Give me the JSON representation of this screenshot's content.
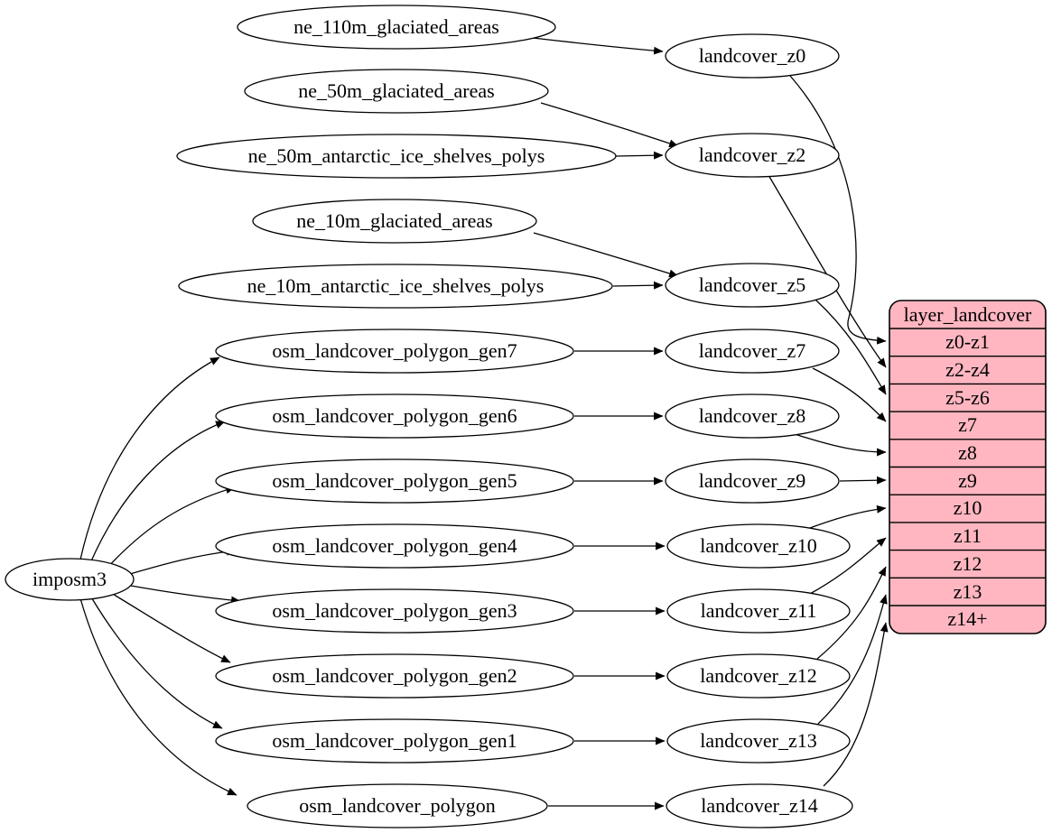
{
  "diagram": {
    "background_color": "#ffffff",
    "edge_color": "#000000",
    "node_fill_color": "#ffffff",
    "importer_node": {
      "label": "imposm3"
    },
    "source_nodes": [
      {
        "label": "ne_110m_glaciated_areas"
      },
      {
        "label": "ne_50m_glaciated_areas"
      },
      {
        "label": "ne_50m_antarctic_ice_shelves_polys"
      },
      {
        "label": "ne_10m_glaciated_areas"
      },
      {
        "label": "ne_10m_antarctic_ice_shelves_polys"
      },
      {
        "label": "osm_landcover_polygon_gen7"
      },
      {
        "label": "osm_landcover_polygon_gen6"
      },
      {
        "label": "osm_landcover_polygon_gen5"
      },
      {
        "label": "osm_landcover_polygon_gen4"
      },
      {
        "label": "osm_landcover_polygon_gen3"
      },
      {
        "label": "osm_landcover_polygon_gen2"
      },
      {
        "label": "osm_landcover_polygon_gen1"
      },
      {
        "label": "osm_landcover_polygon"
      }
    ],
    "zoom_table_nodes": [
      {
        "label": "landcover_z0"
      },
      {
        "label": "landcover_z2"
      },
      {
        "label": "landcover_z5"
      },
      {
        "label": "landcover_z7"
      },
      {
        "label": "landcover_z8"
      },
      {
        "label": "landcover_z9"
      },
      {
        "label": "landcover_z10"
      },
      {
        "label": "landcover_z11"
      },
      {
        "label": "landcover_z12"
      },
      {
        "label": "landcover_z13"
      },
      {
        "label": "landcover_z14"
      }
    ],
    "layer_record": {
      "title": "layer_landcover",
      "rows": [
        "z0-z1",
        "z2-z4",
        "z5-z6",
        "z7",
        "z8",
        "z9",
        "z10",
        "z11",
        "z12",
        "z13",
        "z14+"
      ],
      "fill_color": "#ffb6c1",
      "stroke_color": "#000000"
    },
    "edges": [
      {
        "from": "imposm3",
        "to": "osm_landcover_polygon_gen7"
      },
      {
        "from": "imposm3",
        "to": "osm_landcover_polygon_gen6"
      },
      {
        "from": "imposm3",
        "to": "osm_landcover_polygon_gen5"
      },
      {
        "from": "imposm3",
        "to": "osm_landcover_polygon_gen4"
      },
      {
        "from": "imposm3",
        "to": "osm_landcover_polygon_gen3"
      },
      {
        "from": "imposm3",
        "to": "osm_landcover_polygon_gen2"
      },
      {
        "from": "imposm3",
        "to": "osm_landcover_polygon_gen1"
      },
      {
        "from": "imposm3",
        "to": "osm_landcover_polygon"
      },
      {
        "from": "ne_110m_glaciated_areas",
        "to": "landcover_z0"
      },
      {
        "from": "ne_50m_glaciated_areas",
        "to": "landcover_z2"
      },
      {
        "from": "ne_50m_antarctic_ice_shelves_polys",
        "to": "landcover_z2"
      },
      {
        "from": "ne_10m_glaciated_areas",
        "to": "landcover_z5"
      },
      {
        "from": "ne_10m_antarctic_ice_shelves_polys",
        "to": "landcover_z5"
      },
      {
        "from": "osm_landcover_polygon_gen7",
        "to": "landcover_z7"
      },
      {
        "from": "osm_landcover_polygon_gen6",
        "to": "landcover_z8"
      },
      {
        "from": "osm_landcover_polygon_gen5",
        "to": "landcover_z9"
      },
      {
        "from": "osm_landcover_polygon_gen4",
        "to": "landcover_z10"
      },
      {
        "from": "osm_landcover_polygon_gen3",
        "to": "landcover_z11"
      },
      {
        "from": "osm_landcover_polygon_gen2",
        "to": "landcover_z12"
      },
      {
        "from": "osm_landcover_polygon_gen1",
        "to": "landcover_z13"
      },
      {
        "from": "osm_landcover_polygon",
        "to": "landcover_z14"
      },
      {
        "from": "landcover_z0",
        "to": "layer_landcover:z0-z1"
      },
      {
        "from": "landcover_z2",
        "to": "layer_landcover:z2-z4"
      },
      {
        "from": "landcover_z5",
        "to": "layer_landcover:z5-z6"
      },
      {
        "from": "landcover_z7",
        "to": "layer_landcover:z7"
      },
      {
        "from": "landcover_z8",
        "to": "layer_landcover:z8"
      },
      {
        "from": "landcover_z9",
        "to": "layer_landcover:z9"
      },
      {
        "from": "landcover_z10",
        "to": "layer_landcover:z10"
      },
      {
        "from": "landcover_z11",
        "to": "layer_landcover:z11"
      },
      {
        "from": "landcover_z12",
        "to": "layer_landcover:z12"
      },
      {
        "from": "landcover_z13",
        "to": "layer_landcover:z13"
      },
      {
        "from": "landcover_z14",
        "to": "layer_landcover:z14+"
      }
    ]
  }
}
